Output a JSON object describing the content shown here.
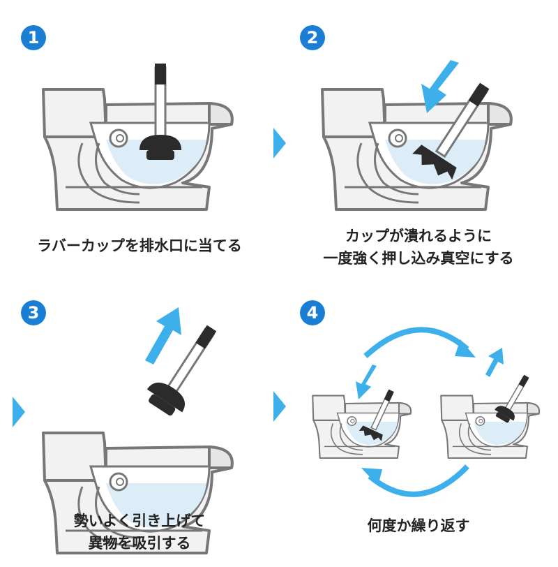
{
  "steps": [
    {
      "number": "1",
      "lines": [
        "ラバーカップを排水口に当てる"
      ]
    },
    {
      "number": "2",
      "lines": [
        "カップが潰れるように",
        "一度強く押し込み真空にする"
      ]
    },
    {
      "number": "3",
      "lines": [
        "勢いよく引き上げて",
        "異物を吸引する"
      ]
    },
    {
      "number": "4",
      "lines": [
        "何度か繰り返す"
      ]
    }
  ],
  "colors": {
    "badge": "#1a7fd4",
    "arrow": "#3db0ec",
    "water": "#dcedf8",
    "toilet_fill": "#f2f2f2",
    "outline": "#777777",
    "cup": "#2b2b2b"
  }
}
